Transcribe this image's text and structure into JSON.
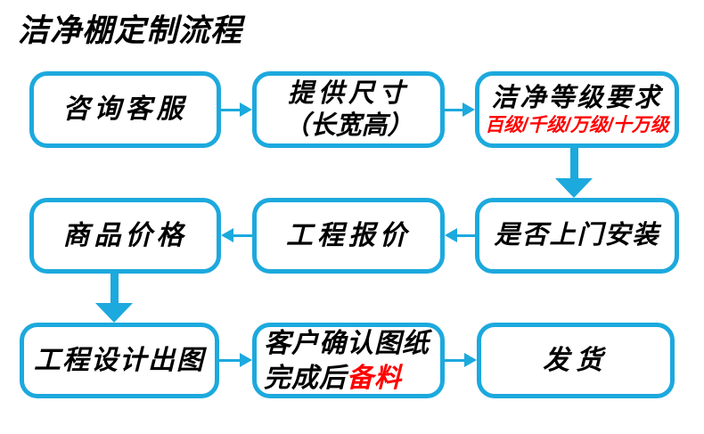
{
  "title": "洁净棚定制流程",
  "colors": {
    "box_border": "#1ca9dd",
    "arrow": "#1ca9dd",
    "text": "#000000",
    "highlight_red": "#ff0000",
    "background": "#ffffff"
  },
  "flow": {
    "nodes": [
      {
        "id": "consult-service",
        "label": "咨询客服"
      },
      {
        "id": "provide-dimensions",
        "line1": "提供尺寸",
        "line2": "（长宽高）"
      },
      {
        "id": "clean-level",
        "line1": "洁净等级要求",
        "line2": "百级/千级/万级/十万级"
      },
      {
        "id": "product-price",
        "label": "商品价格"
      },
      {
        "id": "project-quote",
        "label": "工程报价"
      },
      {
        "id": "onsite-install",
        "label": "是否上门安装"
      },
      {
        "id": "design-drawing",
        "label": "工程设计出图"
      },
      {
        "id": "confirm-drawing",
        "line1": "客户确认图纸",
        "line2_black": "完成后",
        "line2_red": "备料"
      },
      {
        "id": "ship-goods",
        "label": "发货"
      }
    ],
    "edges": [
      {
        "from": "consult-service",
        "to": "provide-dimensions",
        "direction": "right"
      },
      {
        "from": "provide-dimensions",
        "to": "clean-level",
        "direction": "right"
      },
      {
        "from": "clean-level",
        "to": "onsite-install",
        "direction": "down"
      },
      {
        "from": "onsite-install",
        "to": "project-quote",
        "direction": "left"
      },
      {
        "from": "project-quote",
        "to": "product-price",
        "direction": "left"
      },
      {
        "from": "product-price",
        "to": "design-drawing",
        "direction": "down"
      },
      {
        "from": "design-drawing",
        "to": "confirm-drawing",
        "direction": "right"
      },
      {
        "from": "confirm-drawing",
        "to": "ship-goods",
        "direction": "right"
      }
    ]
  }
}
